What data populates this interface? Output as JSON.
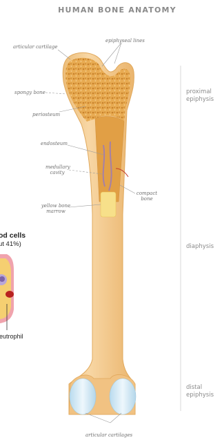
{
  "title": "HUMAN BONE ANATOMY",
  "labels": {
    "articular_cartilage_top": "articular cartilage",
    "epiphyseal_lines": "epiphyseal lines",
    "spongy_bone": "spongy bone",
    "periosteum": "periosteum",
    "endosteum": "endosteum",
    "medullary_cavity": [
      "medullary",
      "cavity"
    ],
    "compact_bone": [
      "compact",
      "bone"
    ],
    "yellow_bone_marrow": [
      "yellow bone",
      "marrow"
    ],
    "articular_cartilages_bottom": "articular cartilages"
  },
  "regions": {
    "proximal": [
      "proximal",
      "epiphysis"
    ],
    "diaphysis": "diaphysis",
    "distal": [
      "distal",
      "epiphysis"
    ]
  },
  "blood_panel": {
    "title": "od cells",
    "subtitle": "ut 41%)",
    "cell_label": "eutrophil"
  },
  "colors": {
    "bone": "#f3c98c",
    "bone_edge": "#e3ad63",
    "spongy": "#e6a84e",
    "marrow_yellow": "#f6df86",
    "cartilage": "#cfe6f2",
    "vessel": "#9a7ab8"
  }
}
